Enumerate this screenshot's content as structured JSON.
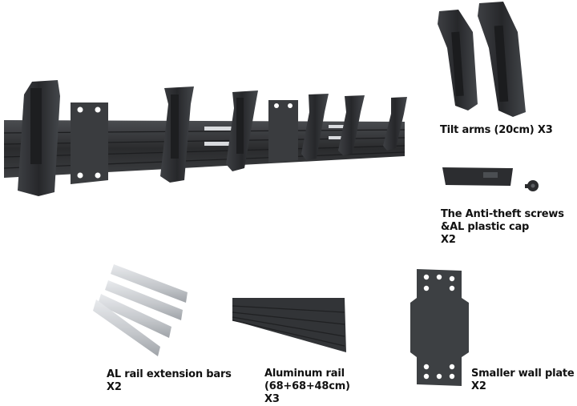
{
  "items": {
    "tilt_arms": {
      "label": "Tilt arms (20cm) X3"
    },
    "anti_theft": {
      "label": "The Anti-theft screws\n&AL plastic cap\nX2"
    },
    "extension_bars": {
      "label": "AL rail extension bars\nX2"
    },
    "aluminum_rail": {
      "label": "Aluminum rail\n(68+68+48cm)\nX3"
    },
    "wall_plate": {
      "label": "Smaller wall plate X2"
    }
  },
  "colors": {
    "metal_dark": "#2b2c2e",
    "metal_mid": "#3d3f42",
    "metal_light": "#55585c",
    "aluminum": "#c9ccd0",
    "text": "#111111",
    "background": "#ffffff"
  }
}
